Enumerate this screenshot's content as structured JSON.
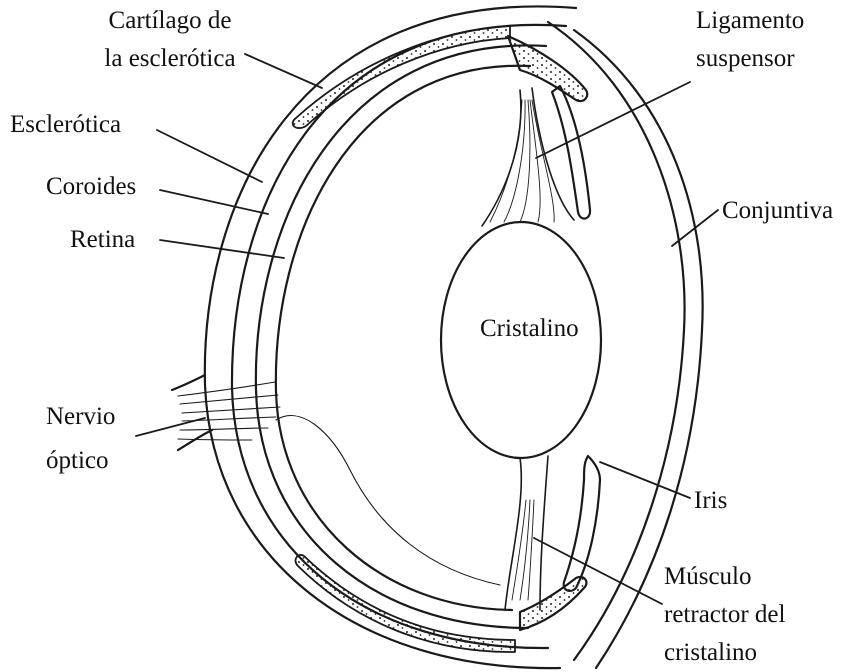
{
  "labels": {
    "cartilago_l1": "Cartílago de",
    "cartilago_l2": "la esclerótica",
    "esclerotica": "Esclerótica",
    "coroides": "Coroides",
    "retina": "Retina",
    "nervio_l1": "Nervio",
    "nervio_l2": "óptico",
    "ligamento_l1": "Ligamento",
    "ligamento_l2": "suspensor",
    "conjuntiva": "Conjuntiva",
    "cristalino": "Cristalino",
    "iris": "Iris",
    "musculo_l1": "Músculo",
    "musculo_l2": "retractor del",
    "musculo_l3": "cristalino"
  },
  "colors": {
    "line": "#1a1a1a",
    "background": "#ffffff",
    "text": "#111111"
  }
}
